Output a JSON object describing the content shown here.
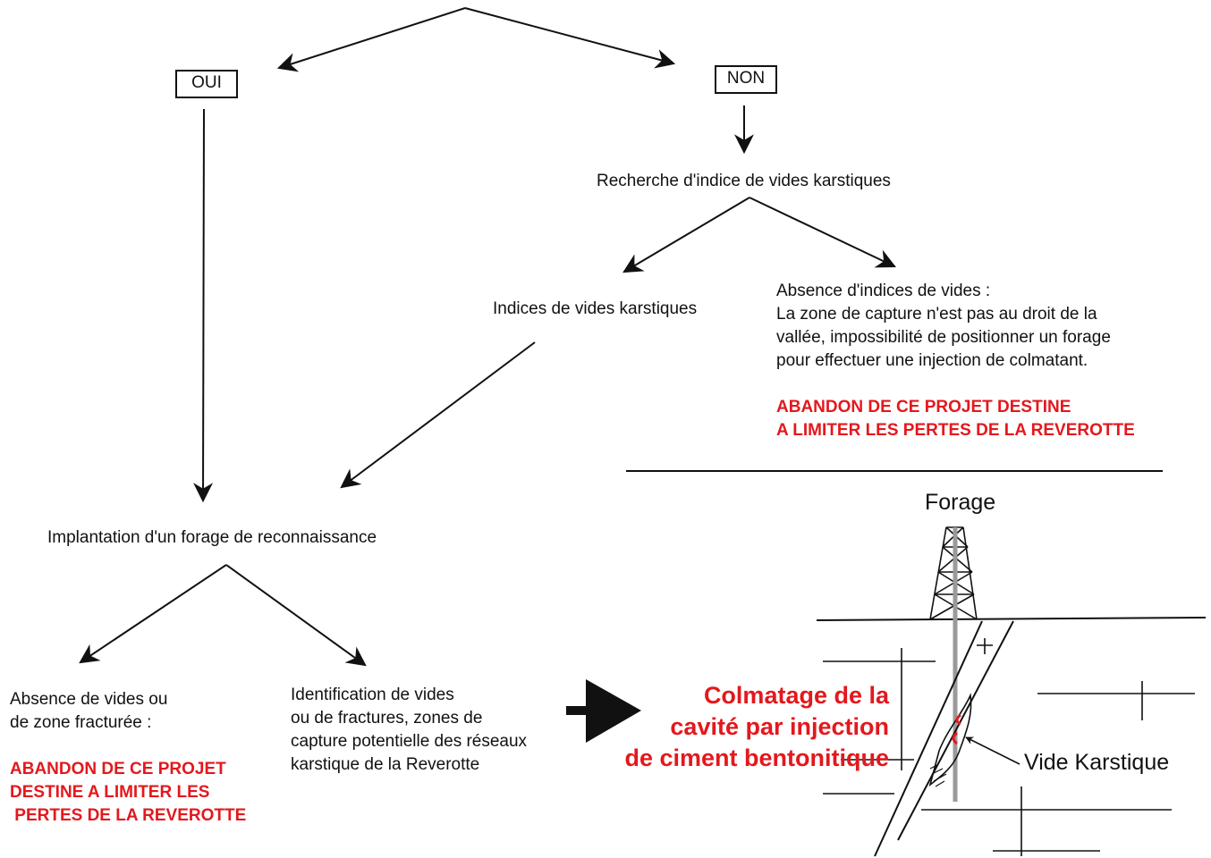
{
  "decision": {
    "yes_label": "OUI",
    "no_label": "NON"
  },
  "no_branch": {
    "search": "Recherche d'indice de vides karstiques",
    "indices": "Indices de vides karstiques",
    "absence_lines": [
      "Absence d'indices de vides :",
      "La zone de capture n'est pas au droit de la",
      "vallée, impossibilité de positionner un forage",
      "pour effectuer une injection de colmatant."
    ],
    "abandon_lines": [
      "ABANDON DE CE PROJET DESTINE",
      "A LIMITER LES PERTES DE LA REVEROTTE"
    ]
  },
  "yes_branch": {
    "borehole": "Implantation d'un forage de reconnaissance",
    "absence_lines": [
      "Absence de vides ou",
      "de zone fracturée :"
    ],
    "abandon_lines": [
      "ABANDON DE CE PROJET",
      "DESTINE A LIMITER LES",
      " PERTES DE LA REVEROTTE"
    ],
    "identification_lines": [
      "Identification de vides",
      "ou de fractures, zones de",
      "capture potentielle des réseaux",
      "karstique de la Reverotte"
    ]
  },
  "illustration": {
    "forage_label": "Forage",
    "void_label": "Vide Karstique",
    "grouting_lines": [
      "Colmatage de la",
      "cavité par injection",
      "de ciment bentonitique"
    ]
  },
  "colors": {
    "ink": "#111111",
    "alert": "#e3181d"
  }
}
